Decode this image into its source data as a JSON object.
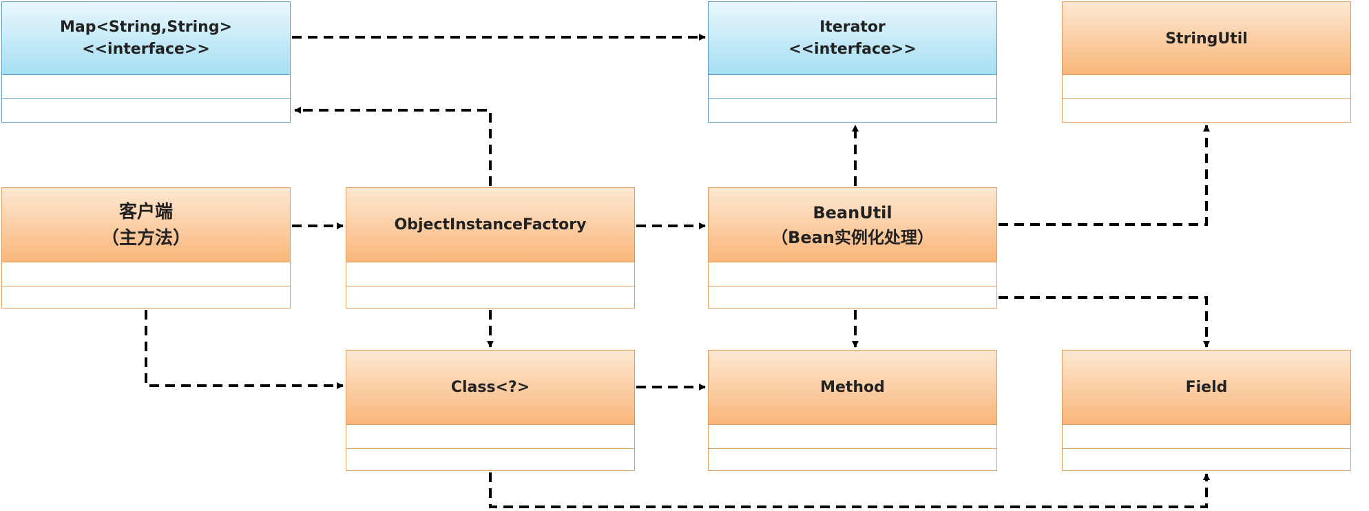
{
  "classes": {
    "map": {
      "line1": "Map<String,String>",
      "line2": "<<interface>>"
    },
    "iterator": {
      "line1": "Iterator",
      "line2": "<<interface>>"
    },
    "stringutil": {
      "line1": "StringUtil"
    },
    "client": {
      "line1": "客户端",
      "line2": "（主方法）"
    },
    "factory": {
      "line1": "ObjectInstanceFactory"
    },
    "beanutil": {
      "line1": "BeanUtil",
      "line2": "（Bean实例化处理）"
    },
    "class": {
      "line1": "Class<?>"
    },
    "method": {
      "line1": "Method"
    },
    "field": {
      "line1": "Field"
    }
  },
  "colors": {
    "orange_border": "#e39b5a",
    "orange_fill": "#f9b67a",
    "blue_border": "#5b9bc8",
    "blue_fill": "#a6dff3",
    "edge": "#000000"
  }
}
